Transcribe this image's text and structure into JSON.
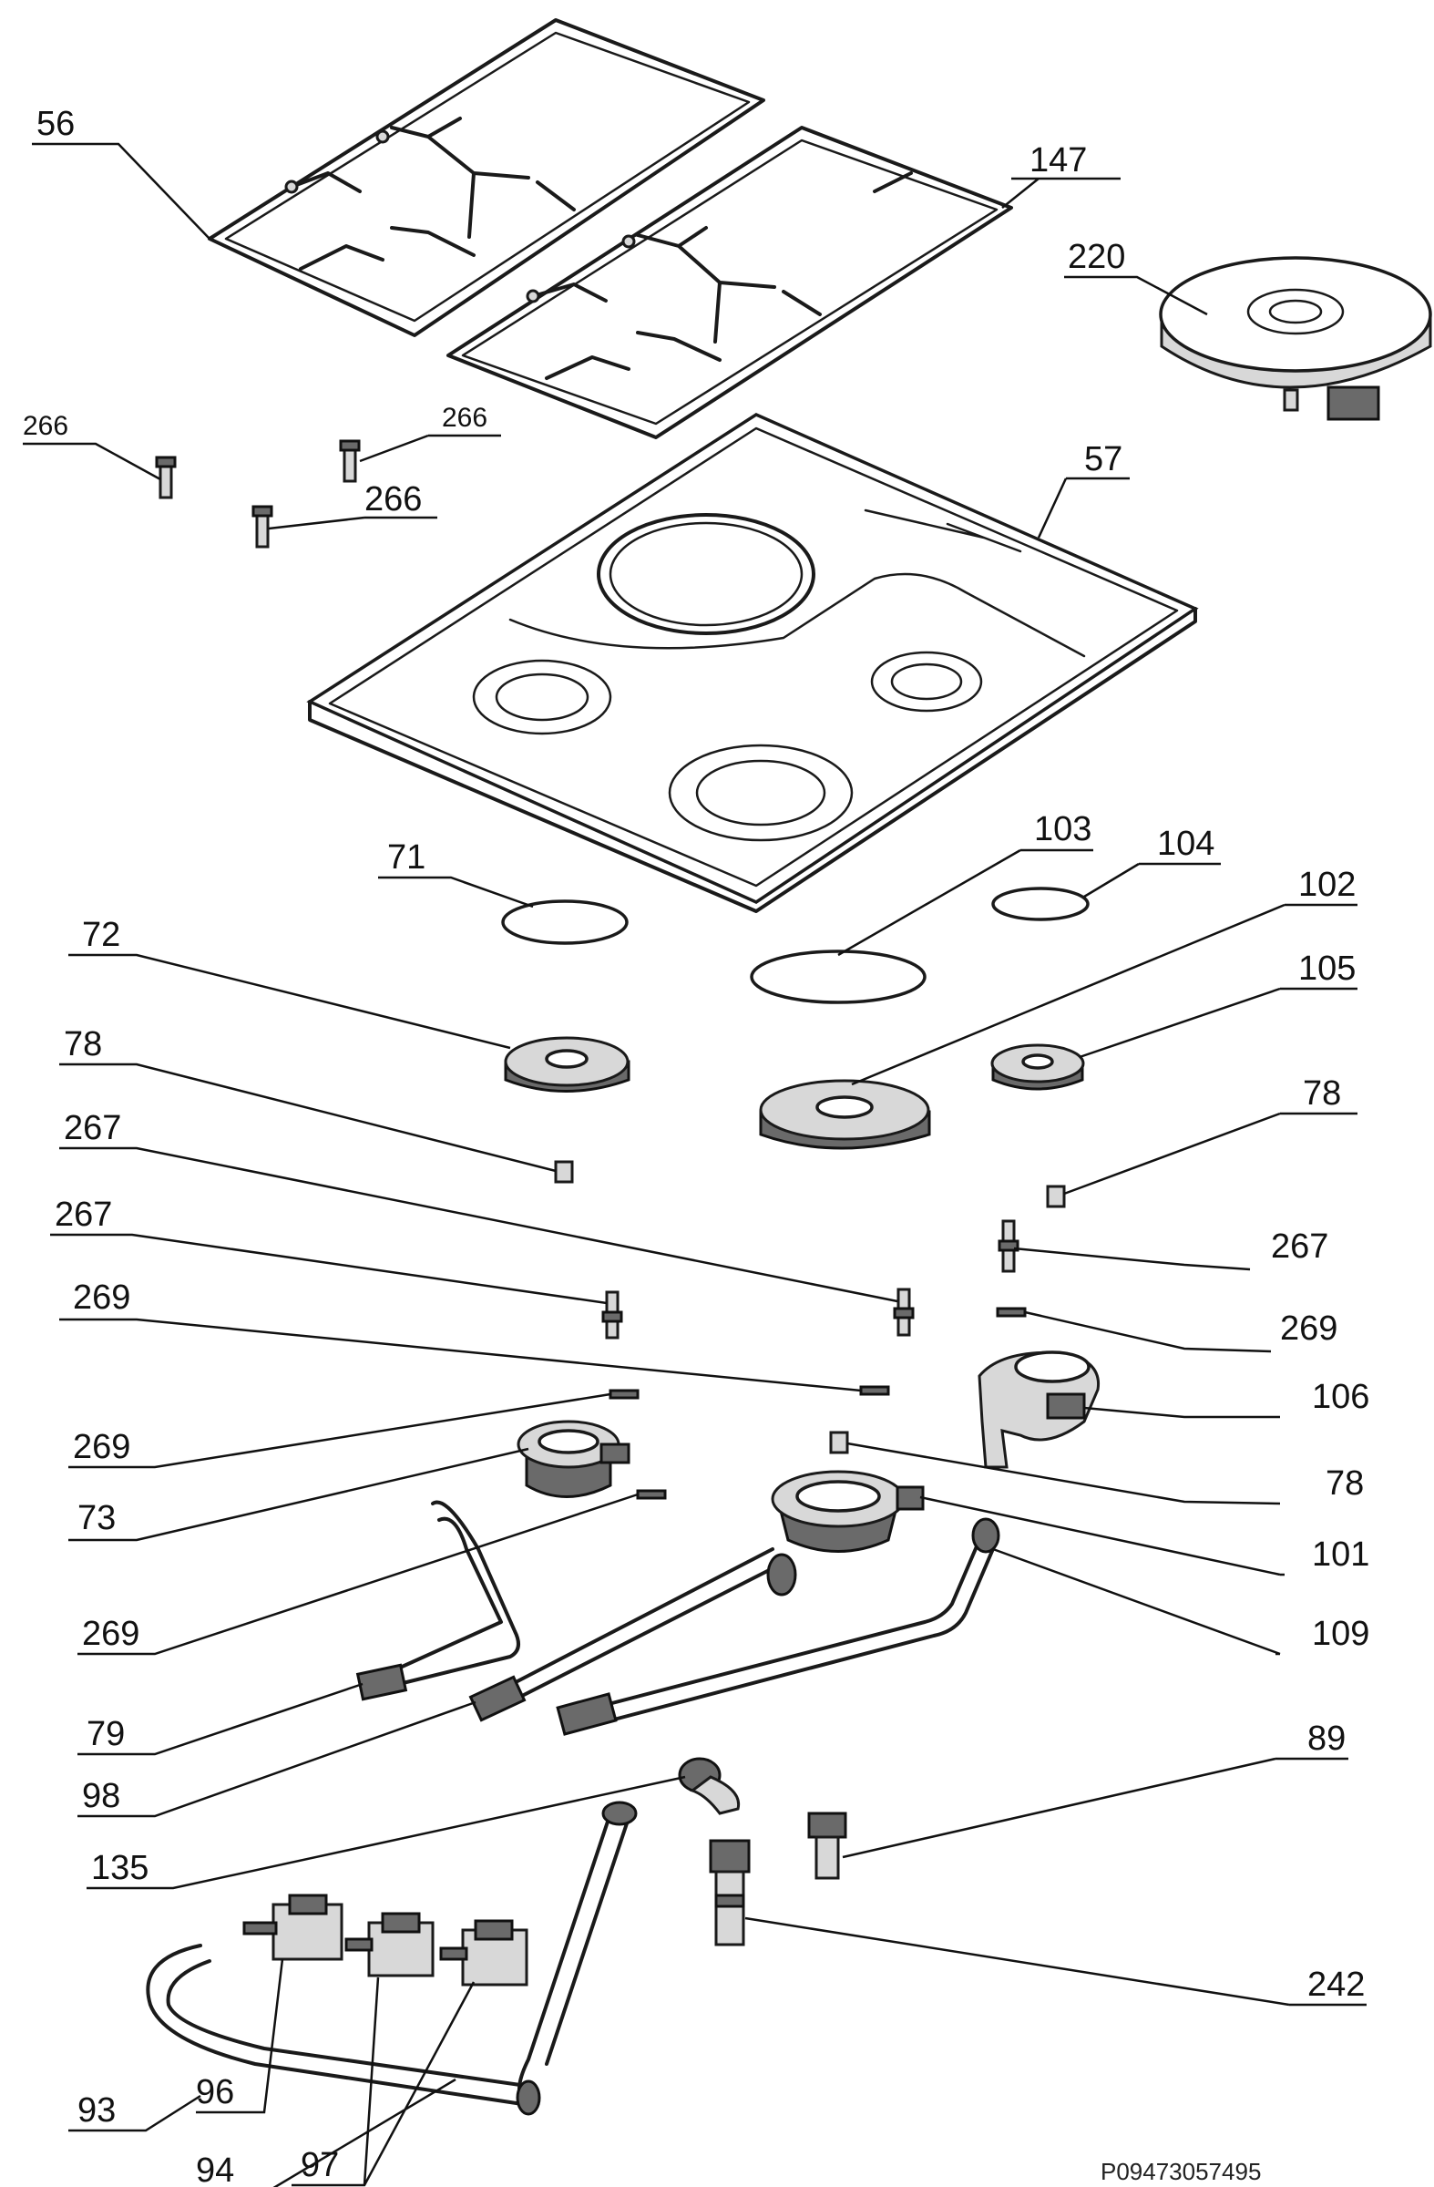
{
  "diagram": {
    "labels": {
      "l56": "56",
      "l147": "147",
      "l220": "220",
      "l266a": "266",
      "l266b": "266",
      "l266c": "266",
      "l57": "57",
      "l71": "71",
      "l103": "103",
      "l104": "104",
      "l72": "72",
      "l102": "102",
      "l105": "105",
      "l78a": "78",
      "l78b": "78",
      "l78c": "78",
      "l267a": "267",
      "l267b": "267",
      "l267c": "267",
      "l269a": "269",
      "l269b": "269",
      "l269c": "269",
      "l269d": "269",
      "l106": "106",
      "l73": "73",
      "l101": "101",
      "l109": "109",
      "l79": "79",
      "l98": "98",
      "l89": "89",
      "l135": "135",
      "l242": "242",
      "l93": "93",
      "l96": "96",
      "l97": "97",
      "l94": "94"
    },
    "drawing_code": "P09473057495"
  }
}
